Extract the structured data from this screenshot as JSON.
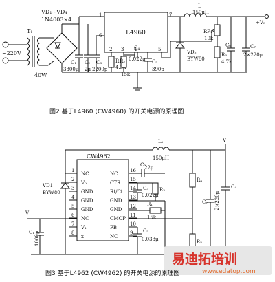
{
  "fig1": {
    "caption": "图2  基于L4960 (CW4960) 的开关电源的原理图",
    "ic": {
      "name": "L4960",
      "pins": [
        "1",
        "2",
        "3",
        "4",
        "5",
        "6",
        "7"
      ]
    },
    "mains": "~220V",
    "transformer": "T₁",
    "transformer_power": "40W",
    "bridge": {
      "name": "VD₁~VD₄",
      "part": "1N4003×4"
    },
    "c1": {
      "name": "C₁",
      "value": "3300μ"
    },
    "c2": {
      "name": "C₂",
      "value": "2μ"
    },
    "c3": {
      "name": "C₃",
      "value": "2200p"
    },
    "r1": {
      "name": "R₁",
      "value": "4.3k"
    },
    "r2": {
      "name": "R₂",
      "value": "15k"
    },
    "c4": {
      "name": "C₄",
      "value": "0.022μ"
    },
    "c5": {
      "name": "C₅",
      "value": "390p"
    },
    "diode": {
      "name": "VD₅",
      "part": "BYW80"
    },
    "inductor": {
      "name": "L",
      "value": "150μH"
    },
    "rp": {
      "name": "RP₁",
      "value": "10k"
    },
    "r3": {
      "name": "R₃",
      "value": "4.7k"
    },
    "c6": {
      "name": "C₆"
    },
    "c7": {
      "name": "C₇",
      "value": "2×220μ"
    },
    "out": "+V₀"
  },
  "fig2": {
    "caption": "图3  基于L4962 (CW4962) 的开关电源的原理图",
    "ic": {
      "name": "CW4962",
      "left_pins": [
        {
          "n": "1",
          "label": "NC"
        },
        {
          "n": "2",
          "label": "V₀"
        },
        {
          "n": "3",
          "label": "GND"
        },
        {
          "n": "4",
          "label": "GND"
        },
        {
          "n": "5",
          "label": "GND"
        },
        {
          "n": "6",
          "label": "NC"
        },
        {
          "n": "7",
          "label": "V₁"
        },
        {
          "n": "8",
          "label": "x"
        }
      ],
      "right_pins": [
        {
          "n": "16",
          "label": "NC"
        },
        {
          "n": "15",
          "label": "CTR"
        },
        {
          "n": "14",
          "label": "Rt/Ct"
        },
        {
          "n": "13",
          "label": "GND"
        },
        {
          "n": "12",
          "label": "GND"
        },
        {
          "n": "11",
          "label": "CMOP"
        },
        {
          "n": "10",
          "label": "FB"
        },
        {
          "n": "9",
          "label": "NC"
        }
      ]
    },
    "inductor": {
      "name": "L₁",
      "value": "150μH"
    },
    "vd1": {
      "name": "VD1",
      "part": "BYW80"
    },
    "c2": {
      "name": "C₂",
      "value": "22μ"
    },
    "c3": {
      "name": "C₃",
      "value": "0.022μ"
    },
    "r2": {
      "name": "R₂"
    },
    "r1": {
      "name": "R₁",
      "value": "15k"
    },
    "c5": {
      "name": "C₅",
      "value": "0.033μ"
    },
    "c1": {
      "name": "C₁",
      "value": "1000μ"
    },
    "r4": {
      "name": "R₄"
    },
    "r5": {
      "name": "R₅"
    },
    "c7": {
      "name": "C₇"
    },
    "c7b": {
      "name": "C₄",
      "value": "2×220μ"
    },
    "v_in": "V",
    "v_out": "V"
  },
  "watermark": {
    "text": "易迪拓培训",
    "url": "www.edatop.com"
  }
}
